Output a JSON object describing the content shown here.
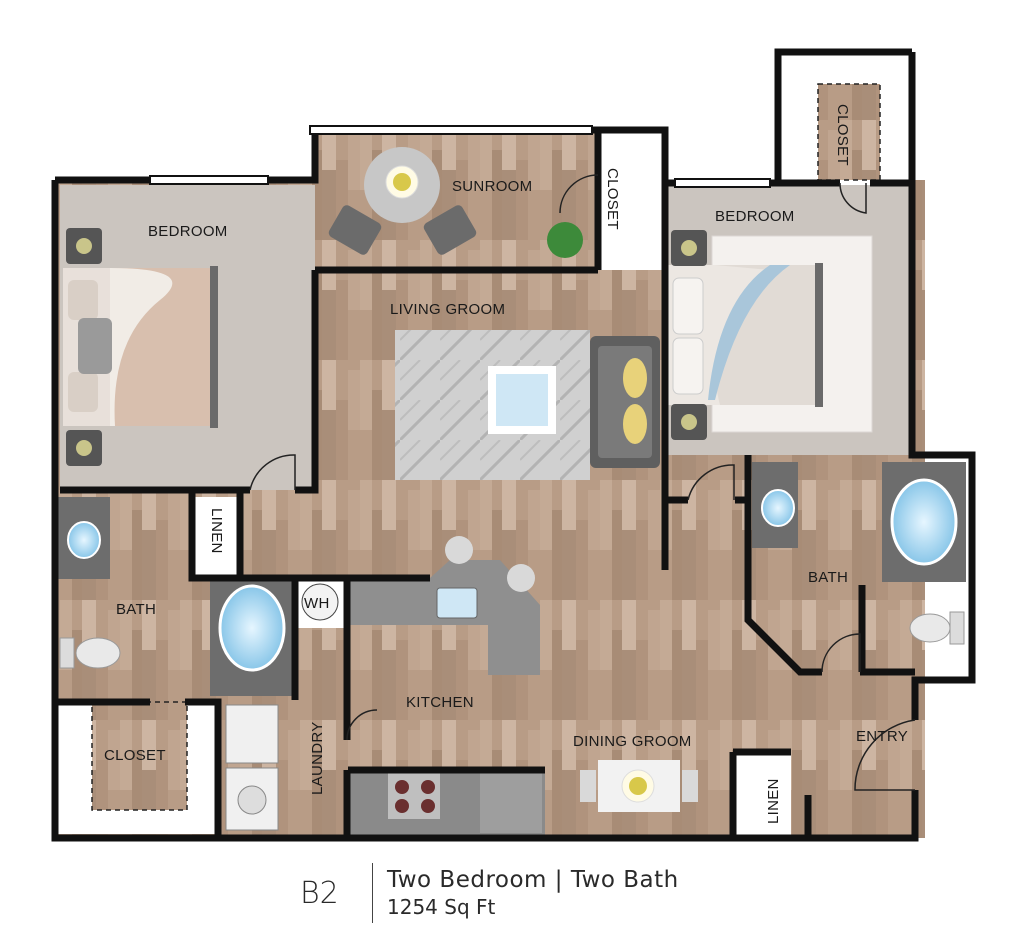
{
  "rooms": {
    "bedroom_left": "BEDROOM",
    "sunroom": "SUNROOM",
    "closet_top": "CLOSET",
    "bedroom_right": "BEDROOM",
    "closet_topright": "CLOSET",
    "living": "LIVING GROOM",
    "linen_left": "LINEN",
    "bath_left": "BATH",
    "wh": "WH",
    "bath_right": "BATH",
    "kitchen": "KITCHEN",
    "laundry": "LAUNDRY",
    "closet_bottom": "CLOSET",
    "dining": "DINING GROOM",
    "entry": "ENTRY",
    "linen_right": "LINEN"
  },
  "caption": {
    "unit_code": "B2",
    "layout": "Two Bedroom | Two Bath",
    "area": "1254 Sq Ft"
  },
  "colors": {
    "wall": "#111111",
    "wood": "#b79a83",
    "carpet": "#c9c3bd",
    "tile": "#8a8a8a"
  }
}
